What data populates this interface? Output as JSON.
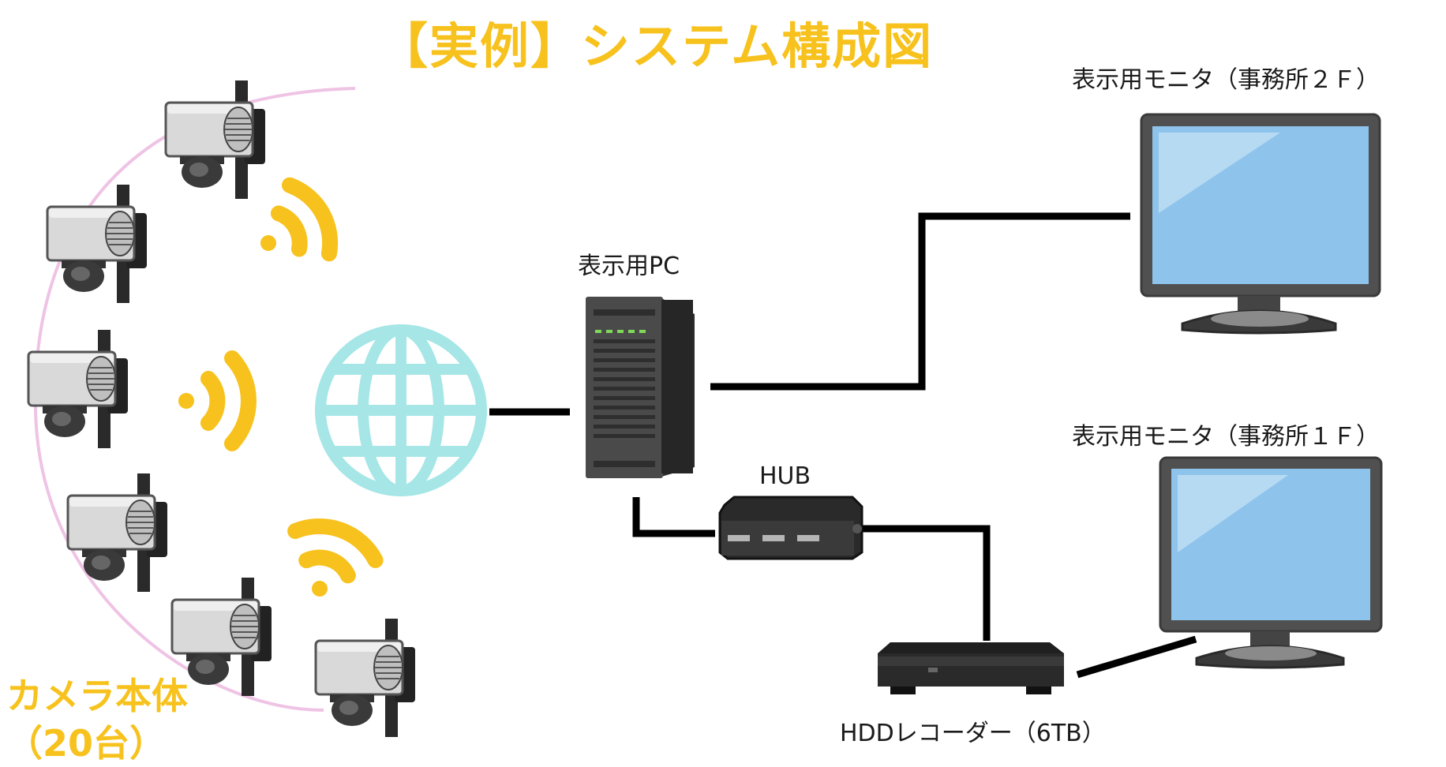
{
  "title": "【実例】システム構成図",
  "labels": {
    "pc": "表示用PC",
    "hub": "HUB",
    "hdd": "HDDレコーダー（6TB）",
    "monitor_2f": "表示用モニタ（事務所２Ｆ）",
    "monitor_1f": "表示用モニタ（事務所１Ｆ）",
    "camera_line1": "カメラ本体",
    "camera_line2": "（20台）"
  },
  "colors": {
    "accent_yellow": "#f7c21d",
    "globe_cyan": "#a6e6e6",
    "screen_blue": "#8ec4ec",
    "arc_pink": "#efc3e4",
    "cable": "#000000"
  },
  "icons": [
    "camera-icon",
    "wifi-icon",
    "globe-icon",
    "server-icon",
    "hub-icon",
    "hdd-recorder-icon",
    "monitor-icon"
  ]
}
